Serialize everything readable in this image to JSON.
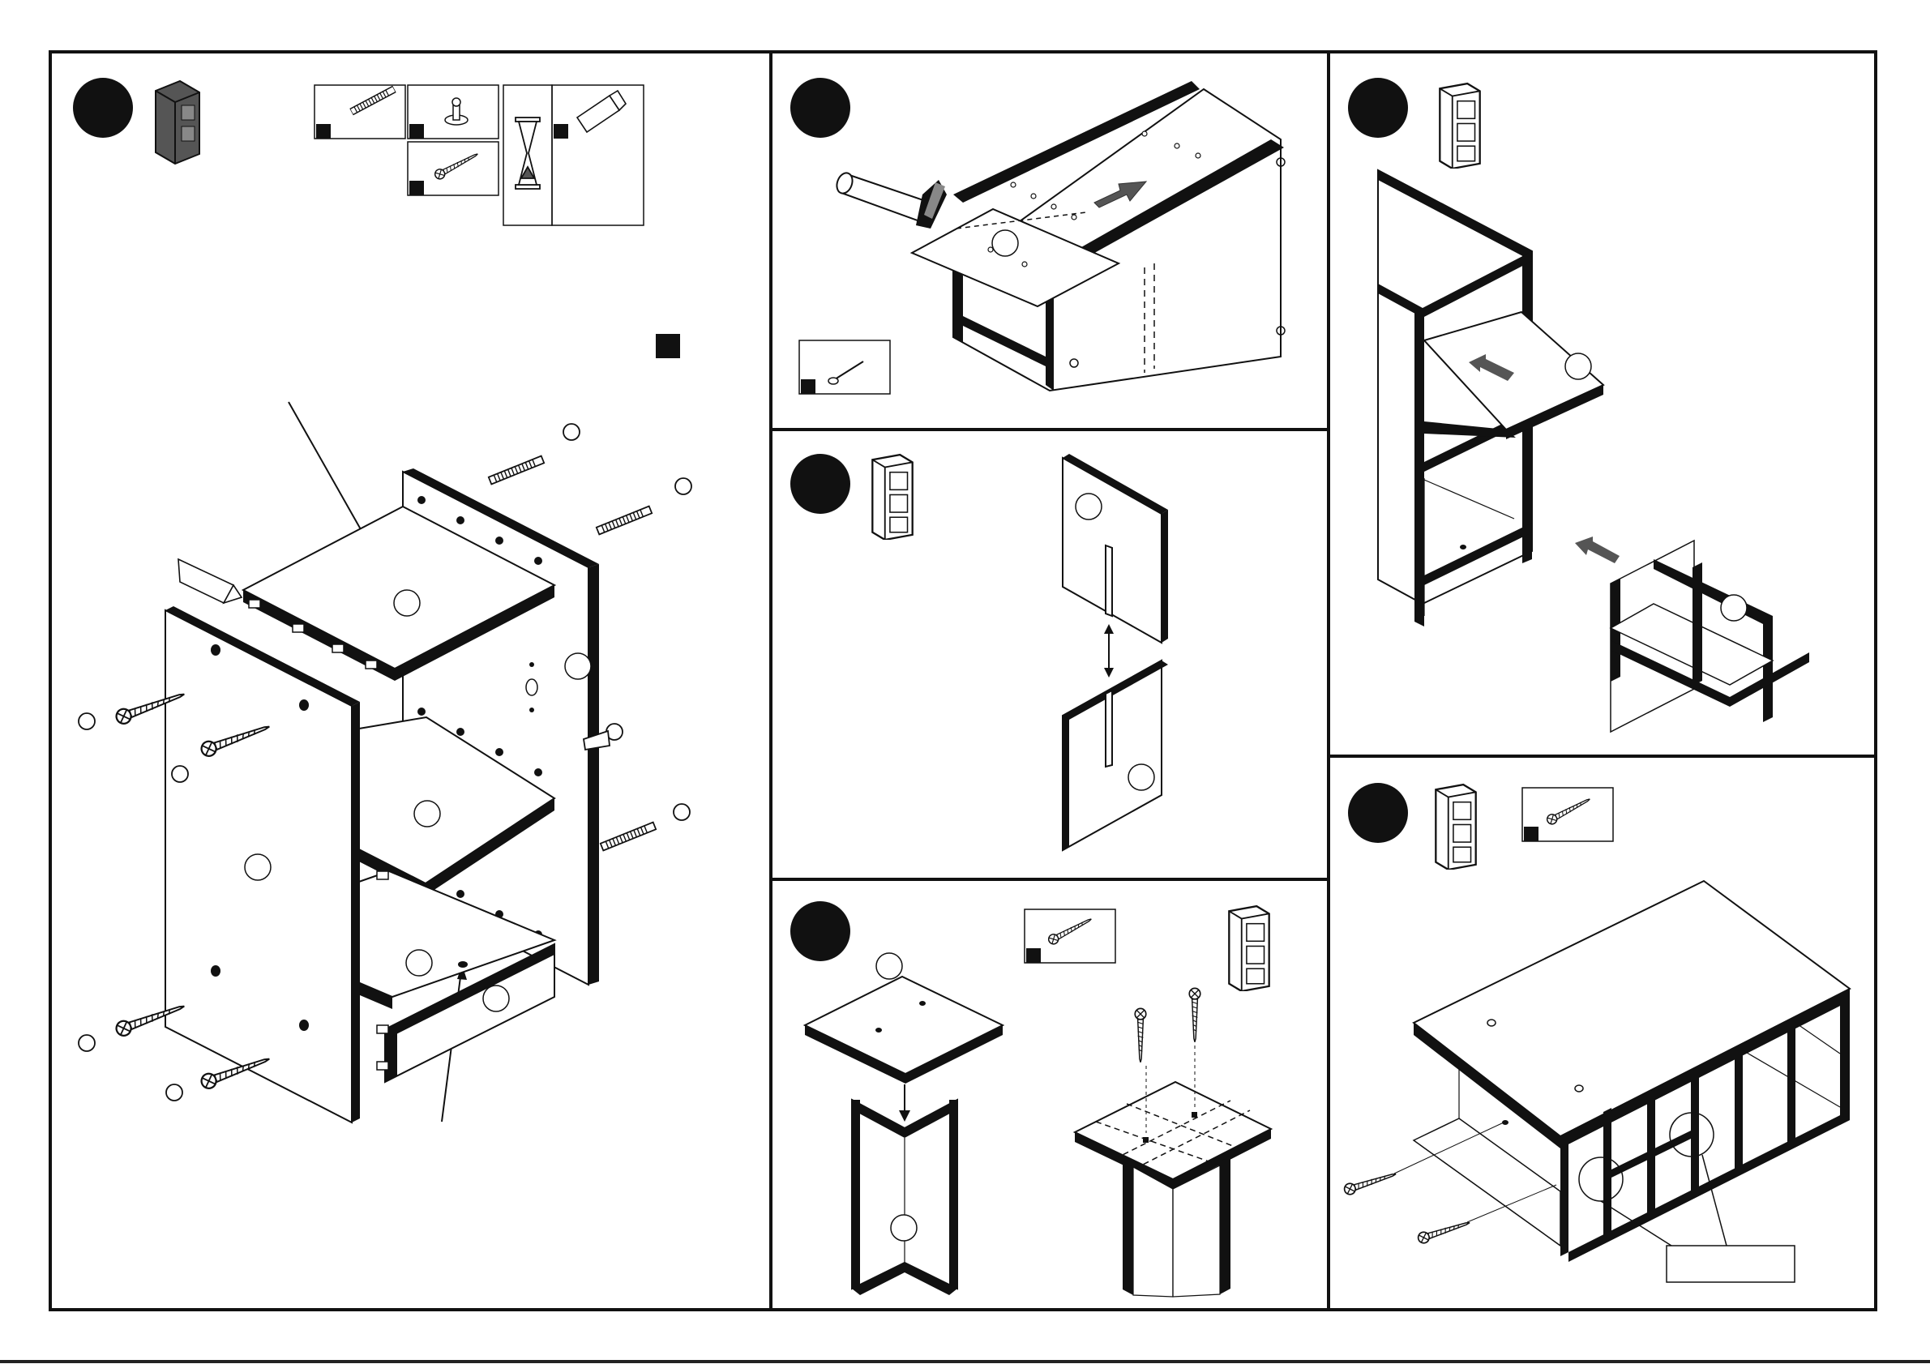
{
  "sheet": {
    "ink_color": "#111111",
    "paper_color": "#ffffff",
    "arrow_color": "#555555",
    "panels": [
      {
        "id": "panel-1",
        "step_badge_text": "",
        "icons": [
          "cabinet-icon",
          "dowel-icon",
          "cam-lock-icon",
          "screw-icon",
          "hourglass-icon",
          "glue-tube-icon",
          "mallet-icon"
        ]
      },
      {
        "id": "panel-2",
        "step_badge_text": "",
        "icons": [
          "hammer-icon",
          "nail-icon",
          "push-arrow-icon"
        ]
      },
      {
        "id": "panel-3",
        "step_badge_text": "",
        "icons": [
          "cabinet-icon",
          "slot-joint-icon"
        ]
      },
      {
        "id": "panel-4",
        "step_badge_text": "",
        "icons": [
          "screw-icon",
          "cabinet-icon"
        ]
      },
      {
        "id": "panel-5",
        "step_badge_text": "",
        "icons": [
          "cabinet-icon",
          "push-arrow-icon"
        ]
      },
      {
        "id": "panel-6",
        "step_badge_text": "",
        "icons": [
          "cabinet-icon",
          "screw-icon"
        ]
      }
    ],
    "callout_box_text": ""
  }
}
